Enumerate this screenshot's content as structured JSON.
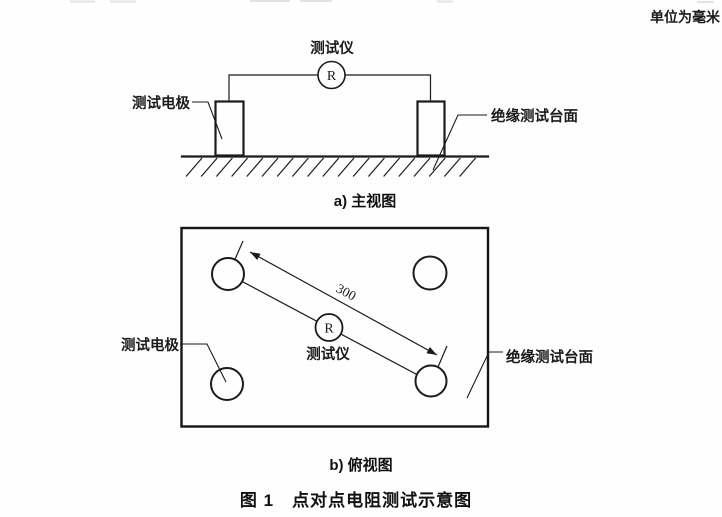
{
  "unit_note": "单位为毫米",
  "front_view": {
    "caption": "a) 主视图",
    "tester_label": "测试仪",
    "tester_symbol": "R",
    "electrode_label": "测试电极",
    "surface_label": "绝缘测试台面"
  },
  "top_view": {
    "caption": "b) 俯视图",
    "tester_label": "测试仪",
    "tester_symbol": "R",
    "electrode_label": "测试电极",
    "surface_label": "绝缘测试台面",
    "dimension_mm": "300"
  },
  "figure_caption": "图 1　点对点电阻测试示意图",
  "colors": {
    "line": "#1b1b1b",
    "background": "#ffffff"
  }
}
